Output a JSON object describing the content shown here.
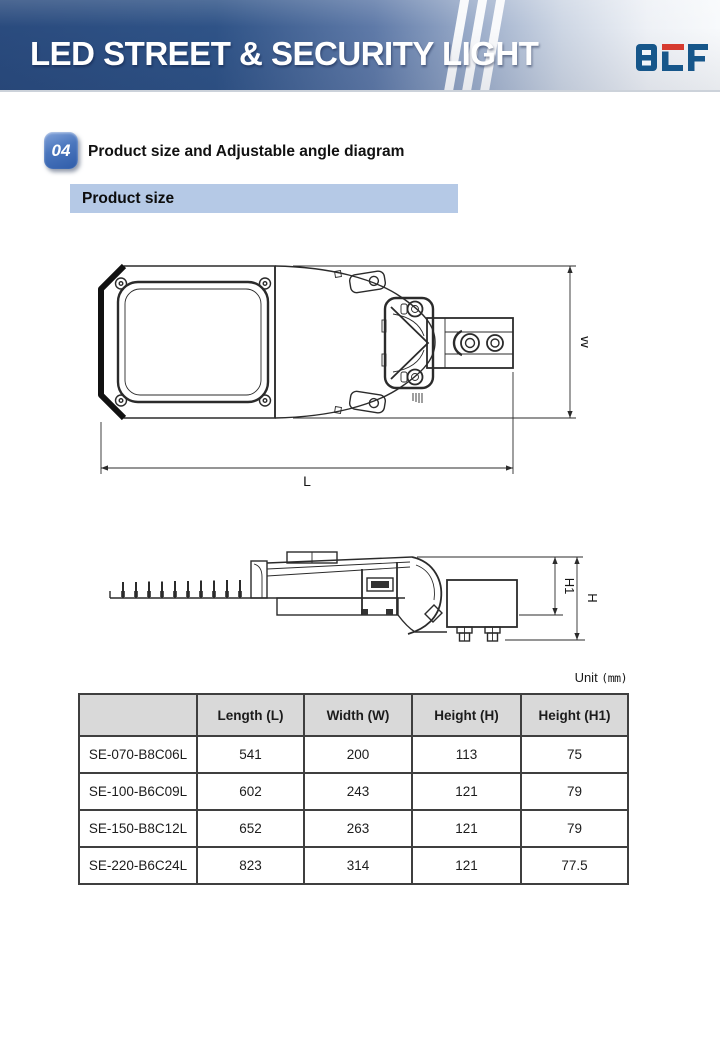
{
  "header": {
    "title": "LED STREET & SECURITY LIGHT",
    "logo": "BCF"
  },
  "section": {
    "number": "04",
    "title": "Product size and Adjustable angle diagram",
    "subtitle": "Product size"
  },
  "diagram": {
    "top_view": {
      "length_label": "L",
      "width_label": "W"
    },
    "side_view": {
      "height_label": "H",
      "height1_label": "H1"
    }
  },
  "table": {
    "unit_prefix": "Unit ",
    "unit_suffix": "(mm)",
    "headers": [
      "",
      "Length (L)",
      "Width (W)",
      "Height (H)",
      "Height (H1)"
    ],
    "rows": [
      [
        "SE-070-B8C06L",
        "541",
        "200",
        "113",
        "75"
      ],
      [
        "SE-100-B6C09L",
        "602",
        "243",
        "121",
        "79"
      ],
      [
        "SE-150-B8C12L",
        "652",
        "263",
        "121",
        "79"
      ],
      [
        "SE-220-B6C24L",
        "823",
        "314",
        "121",
        "77.5"
      ]
    ]
  },
  "colors": {
    "banner_dark": "#2b4d80",
    "banner_light": "#f6f8fa",
    "badge_blue": "#3e6bb5",
    "subtitle_bg": "#b5c9e6",
    "logo_blue": "#16568a",
    "logo_red": "#d63a2f",
    "table_header_bg": "#d9d9d9"
  }
}
